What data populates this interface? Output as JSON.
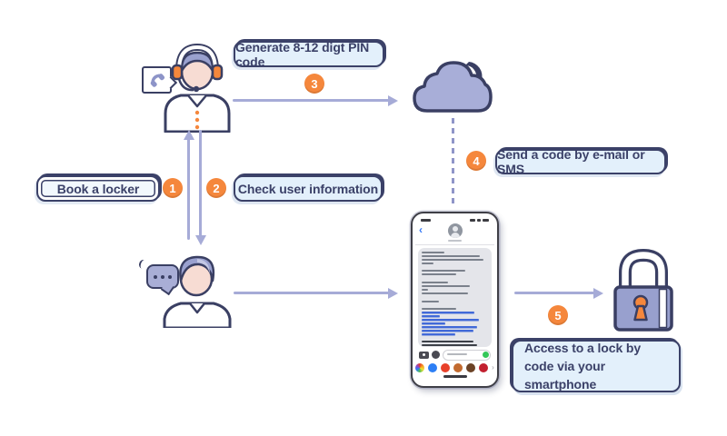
{
  "canvas": {
    "background": "#ffffff"
  },
  "palette": {
    "outline_navy": "#3a3f63",
    "box_border_navy": "#3b4168",
    "box_fill_light_blue": "#e3f0fb",
    "step_orange": "#f5873c",
    "arrow_purple": "#a6abd7",
    "icon_purple_fill": "#a8aed8",
    "hair_purple": "#9aa1cf",
    "skin": "#f7dcd3",
    "sms_link_blue": "#4169d8",
    "send_green": "#34c759"
  },
  "steps": [
    {
      "number": "1",
      "label": "Book a locker"
    },
    {
      "number": "2",
      "label": "Check user information"
    },
    {
      "number": "3",
      "label": "Generate 8-12 digt PIN code"
    },
    {
      "number": "4",
      "label": "Send a code by e-mail or SMS"
    },
    {
      "number": "5",
      "label": "Access to a lock by code via your smartphone"
    }
  ],
  "icons": {
    "operator": "call-center-operator-icon",
    "operator_bubble": "phone-handset-speech-bubble-icon",
    "user": "customer-icon",
    "user_bubble": "chat-dots-speech-bubble-icon",
    "cloud": "cloud-icon",
    "lock": "padlock-icon",
    "smartphone": "smartphone-sms-screen",
    "back_chevron": "‹",
    "dock_more": "›"
  },
  "phone": {
    "dock_icons": [
      {
        "name": "dock-app-icon-1",
        "color": "rainbow"
      },
      {
        "name": "dock-app-icon-2",
        "color": "#2d7ff5"
      },
      {
        "name": "dock-app-icon-3",
        "color": "#e8402a"
      },
      {
        "name": "dock-app-icon-4",
        "color": "#c26a2f"
      },
      {
        "name": "dock-app-icon-5",
        "color": "#6b4226"
      },
      {
        "name": "dock-app-icon-6",
        "color": "#c2202f"
      }
    ],
    "message_lines": [
      {
        "k": "text",
        "w": 34
      },
      {
        "k": "text",
        "w": 88
      },
      {
        "k": "text",
        "w": 93
      },
      {
        "k": "text",
        "w": 18
      },
      {
        "k": "gap",
        "w": 0
      },
      {
        "k": "text",
        "w": 66
      },
      {
        "k": "text",
        "w": 52
      },
      {
        "k": "gap",
        "w": 0
      },
      {
        "k": "text",
        "w": 40
      },
      {
        "k": "text",
        "w": 72
      },
      {
        "k": "text",
        "w": 10
      },
      {
        "k": "text",
        "w": 70
      },
      {
        "k": "gap",
        "w": 0
      },
      {
        "k": "text",
        "w": 26
      },
      {
        "k": "gap",
        "w": 0
      },
      {
        "k": "text",
        "w": 52
      },
      {
        "k": "link",
        "w": 80
      },
      {
        "k": "link",
        "w": 28
      },
      {
        "k": "link",
        "w": 86
      },
      {
        "k": "link",
        "w": 36
      },
      {
        "k": "link",
        "w": 84
      },
      {
        "k": "link",
        "w": 78
      },
      {
        "k": "link",
        "w": 50
      },
      {
        "k": "gap",
        "w": 0
      },
      {
        "k": "dark",
        "w": 78
      },
      {
        "k": "dark",
        "w": 84
      },
      {
        "k": "dark",
        "w": 52
      }
    ]
  }
}
